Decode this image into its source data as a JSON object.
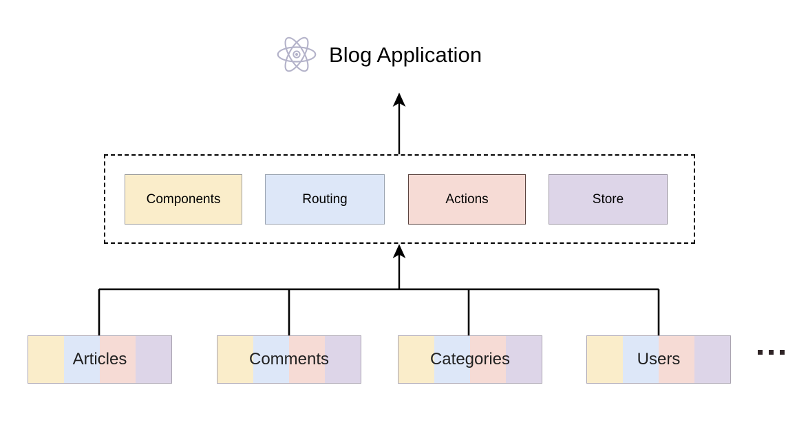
{
  "diagram": {
    "title": "Blog Application",
    "root_icon": "react-atom-icon",
    "ellipsis": "...",
    "layers": [
      {
        "label": "Components",
        "fill": "#faedca",
        "stroke": "#9b9b9b"
      },
      {
        "label": "Routing",
        "fill": "#dde7f8",
        "stroke": "#9aa3b0"
      },
      {
        "label": "Actions",
        "fill": "#f6dbd5",
        "stroke": "#5b4440"
      },
      {
        "label": "Store",
        "fill": "#ddd5e8",
        "stroke": "#9b95a3"
      }
    ],
    "modules": [
      {
        "label": "Articles"
      },
      {
        "label": "Comments"
      },
      {
        "label": "Categories"
      },
      {
        "label": "Users"
      }
    ],
    "colors": {
      "background": "#ffffff",
      "connector": "#000000",
      "group_border": "#000000",
      "text": "#000000",
      "icon": "#b0b0c8"
    }
  }
}
